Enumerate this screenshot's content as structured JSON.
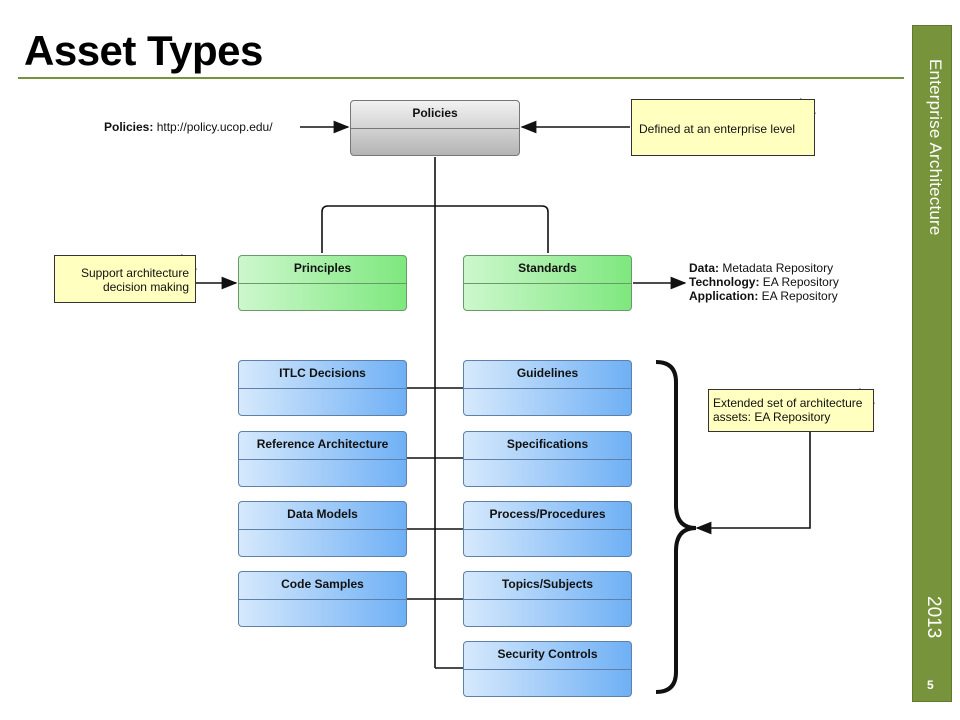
{
  "slide": {
    "title": "Asset Types",
    "side_label": "Enterprise Architecture",
    "year": "2013",
    "page_number": "5"
  },
  "colors": {
    "accent_green": "#77933c",
    "note_fill": "#ffffc0",
    "policy_gray": "#cfcfcf",
    "principle_green": "#7ee87e",
    "asset_blue": "#6fb0f5"
  },
  "diagram": {
    "policies": {
      "title": "Policies"
    },
    "principles": {
      "title": "Principles"
    },
    "standards": {
      "title": "Standards"
    },
    "left_assets": [
      {
        "title": "ITLC Decisions"
      },
      {
        "title": "Reference Architecture"
      },
      {
        "title": "Data Models"
      },
      {
        "title": "Code Samples"
      }
    ],
    "right_assets": [
      {
        "title": "Guidelines"
      },
      {
        "title": "Specifications"
      },
      {
        "title": "Process/Procedures"
      },
      {
        "title": "Topics/Subjects"
      },
      {
        "title": "Security Controls"
      }
    ],
    "policies_source": {
      "label": "Policies:",
      "value": "http://policy.ucop.edu/"
    },
    "notes": {
      "enterprise_level": "Defined at an enterprise level",
      "support_line1": "Support architecture",
      "support_line2": "decision making",
      "extended_line1": "Extended set of architecture",
      "extended_line2": "assets: EA Repository"
    },
    "standards_sources": [
      {
        "label": "Data:",
        "value": "Metadata Repository"
      },
      {
        "label": "Technology:",
        "value": "EA Repository"
      },
      {
        "label": "Application:",
        "value": "EA Repository"
      }
    ]
  }
}
